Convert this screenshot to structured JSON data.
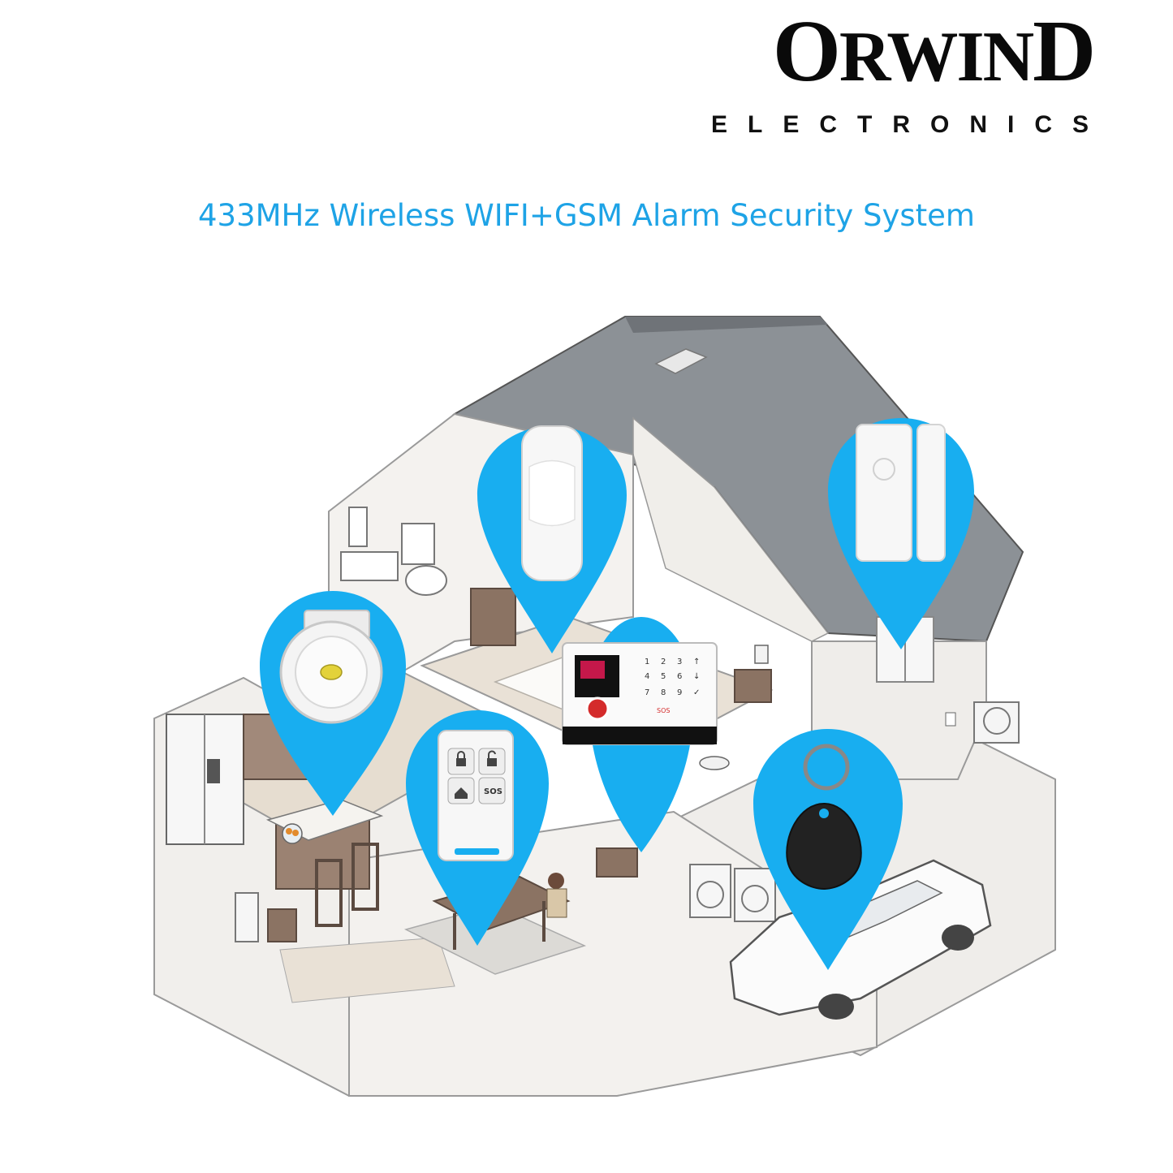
{
  "brand": {
    "name_first": "O",
    "name_rest": "RWIN",
    "name_last": "D",
    "subtitle": "ELECTRONICS"
  },
  "headline": "433MHz Wireless WIFI+GSM Alarm Security System",
  "colors": {
    "pin_blue": "#18aef0",
    "headline_blue": "#1ea3e6",
    "roof_gray": "#8c9196",
    "wall": "#f3f1ee",
    "floor": "#e6ddd0"
  },
  "devices": {
    "keypad": {
      "keys": [
        "1",
        "2",
        "3",
        "↑",
        "4",
        "5",
        "6",
        "↓",
        "7",
        "8",
        "9",
        "✓"
      ],
      "sos_label": "SOS"
    },
    "remote": {
      "sos_label": "SOS"
    }
  }
}
